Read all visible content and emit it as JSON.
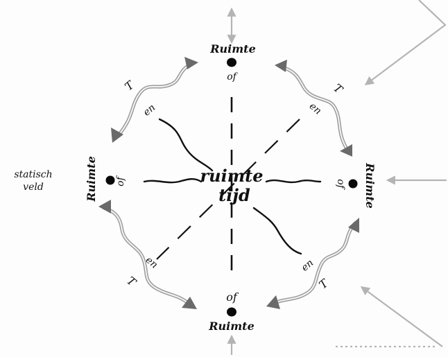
{
  "center": {
    "line1": "ruimte",
    "line2": "tijd"
  },
  "nodes": {
    "top": {
      "label": "Ruimte",
      "of": "of"
    },
    "bottom": {
      "label": "Ruimte",
      "of": "of"
    },
    "left": {
      "label": "Ruimte",
      "of": "of"
    },
    "right": {
      "label": "Ruimte",
      "of": "of"
    }
  },
  "side_label": {
    "line1": "statisch",
    "line2": "veld"
  },
  "connectors": {
    "top_left": {
      "T": "T",
      "en": "en"
    },
    "top_right": {
      "T": "T",
      "en": "en"
    },
    "bottom_left": {
      "T": "T",
      "en": "en"
    },
    "bottom_right": {
      "T": "T",
      "en": "en"
    }
  },
  "colors": {
    "ink": "#111111",
    "arrow_grey": "#b4b4b4",
    "wavy_grey": "#8a8a8a"
  }
}
